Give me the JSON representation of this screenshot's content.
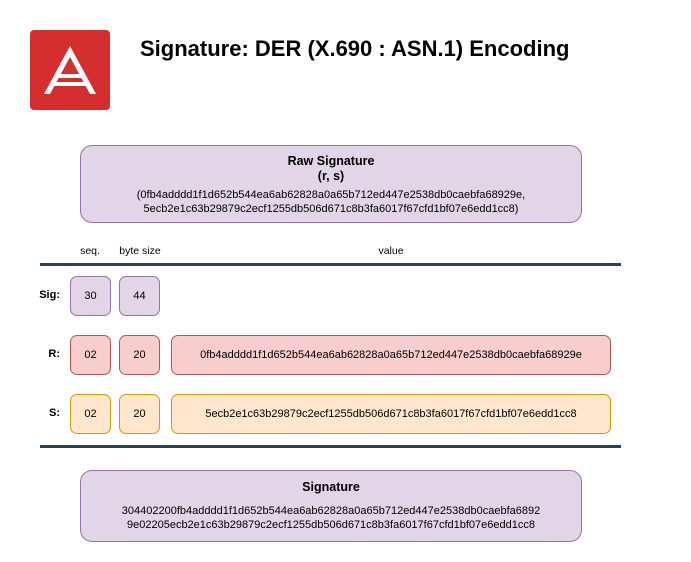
{
  "logo": {
    "icon": "ark-logo-icon",
    "brand_color": "#d42e2e"
  },
  "title": "Signature: DER (X.690 : ASN.1) Encoding",
  "raw_signature": {
    "title": "Raw Signature",
    "subtitle": "(r, s)",
    "line1": "(0fb4adddd1f1d652b544ea6ab62828a0a65b712ed447e2538db0caebfa68929e,",
    "line2": "5ecb2e1c63b29879c2ecf1255db506d671c8b3fa6017f67cfd1bf07e6edd1cc8)"
  },
  "columns": {
    "seq": "seq.",
    "byte_size": "byte size",
    "value": "value"
  },
  "rows": {
    "sig": {
      "label": "Sig:",
      "seq": "30",
      "size": "44"
    },
    "r": {
      "label": "R:",
      "seq": "02",
      "size": "20",
      "value": "0fb4adddd1f1d652b544ea6ab62828a0a65b712ed447e2538db0caebfa68929e"
    },
    "s": {
      "label": "S:",
      "seq": "02",
      "size": "20",
      "value": "5ecb2e1c63b29879c2ecf1255db506d671c8b3fa6017f67cfd1bf07e6edd1cc8"
    }
  },
  "signature": {
    "title": "Signature",
    "line1": "304402200fb4adddd1f1d652b544ea6ab62828a0a65b712ed447e2538db0caebfa6892",
    "line2": "9e02205ecb2e1c63b29879c2ecf1255db506d671c8b3fa6017f67cfd1bf07e6edd1cc8"
  },
  "colors": {
    "purple_fill": "#e1d5e7",
    "red_fill": "#f8cecc",
    "orange_fill": "#ffe6cc",
    "rule": "#23445d"
  }
}
